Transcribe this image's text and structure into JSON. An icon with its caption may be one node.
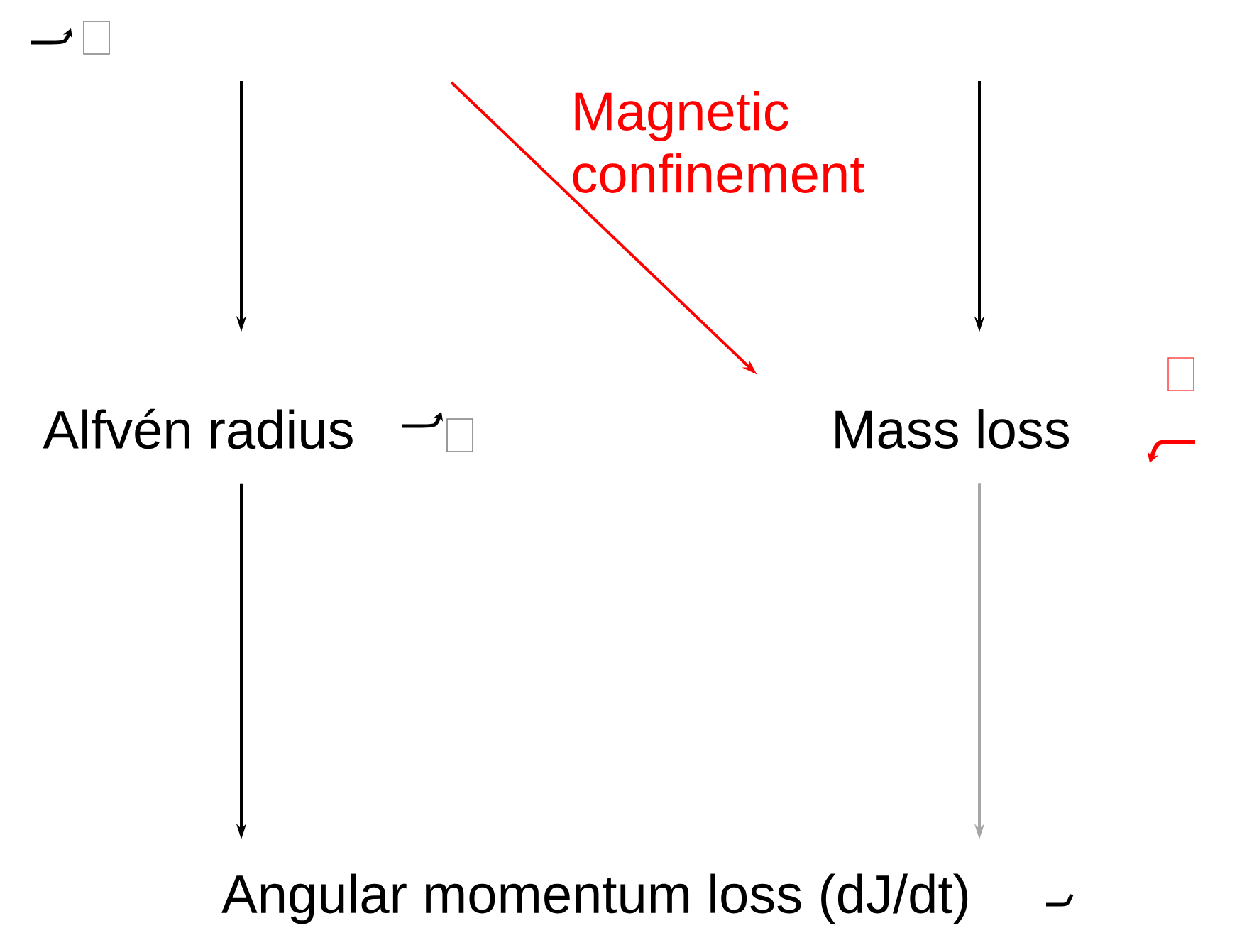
{
  "diagram": {
    "nodes": [
      {
        "text": [
          "Alfvén radius"
        ]
      },
      {
        "text": [
          "Mass loss"
        ]
      },
      {
        "text": [
          "Angular momentum loss (dJ/dt)"
        ]
      }
    ],
    "edges": [
      {
        "from": null,
        "to": 0,
        "arrow": "to"
      },
      {
        "from": null,
        "to": 1,
        "arrow": "to"
      },
      {
        "from": null,
        "to": 1,
        "arrow": "to",
        "label": "Magnetic confinement",
        "color": "#ff0000"
      },
      {
        "from": 0,
        "to": 2,
        "arrow": "to"
      },
      {
        "from": 1,
        "to": 2,
        "arrow": "to",
        "color": "#a6a6a6"
      }
    ]
  }
}
